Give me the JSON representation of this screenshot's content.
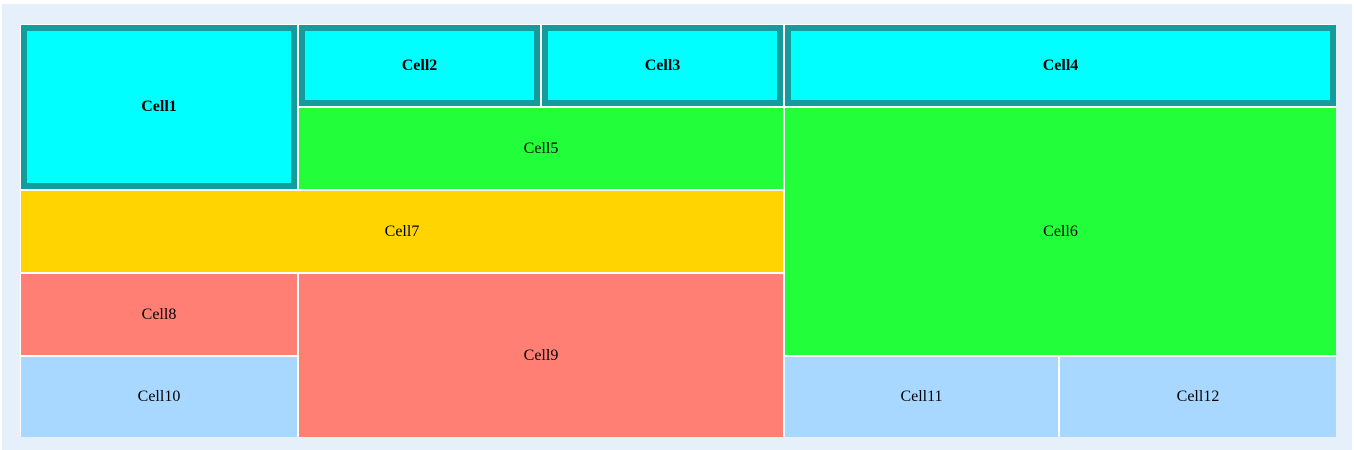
{
  "cells": {
    "c1": {
      "label": "Cell1",
      "color": "#00ffff",
      "header": true
    },
    "c2": {
      "label": "Cell2",
      "color": "#00ffff",
      "header": true
    },
    "c3": {
      "label": "Cell3",
      "color": "#00ffff",
      "header": true
    },
    "c4": {
      "label": "Cell4",
      "color": "#00ffff",
      "header": true
    },
    "c5": {
      "label": "Cell5",
      "color": "#22ff3a"
    },
    "c6": {
      "label": "Cell6",
      "color": "#22ff3a"
    },
    "c7": {
      "label": "Cell7",
      "color": "#ffd400"
    },
    "c8": {
      "label": "Cell8",
      "color": "#ff7f74"
    },
    "c9": {
      "label": "Cell9",
      "color": "#ff7f74"
    },
    "c10": {
      "label": "Cell10",
      "color": "#a8d8ff"
    },
    "c11": {
      "label": "Cell11",
      "color": "#a8d8ff"
    },
    "c12": {
      "label": "Cell12",
      "color": "#a8d8ff"
    }
  },
  "colors": {
    "header_border": "#149c9c",
    "background": "#e6f0fa",
    "gridline": "#ffffff"
  }
}
